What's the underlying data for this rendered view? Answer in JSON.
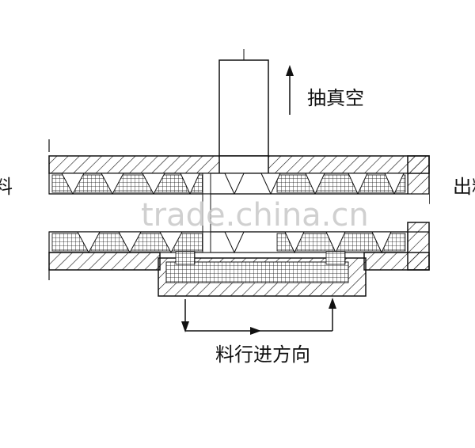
{
  "labels": {
    "vacuum": "抽真空",
    "inlet": "料",
    "outlet": "出料",
    "direction": "料行进方向"
  },
  "watermark": "trade.china.cn",
  "colors": {
    "ink": "#111111",
    "paper": "#ffffff",
    "watermark": "#c8c8c8"
  }
}
